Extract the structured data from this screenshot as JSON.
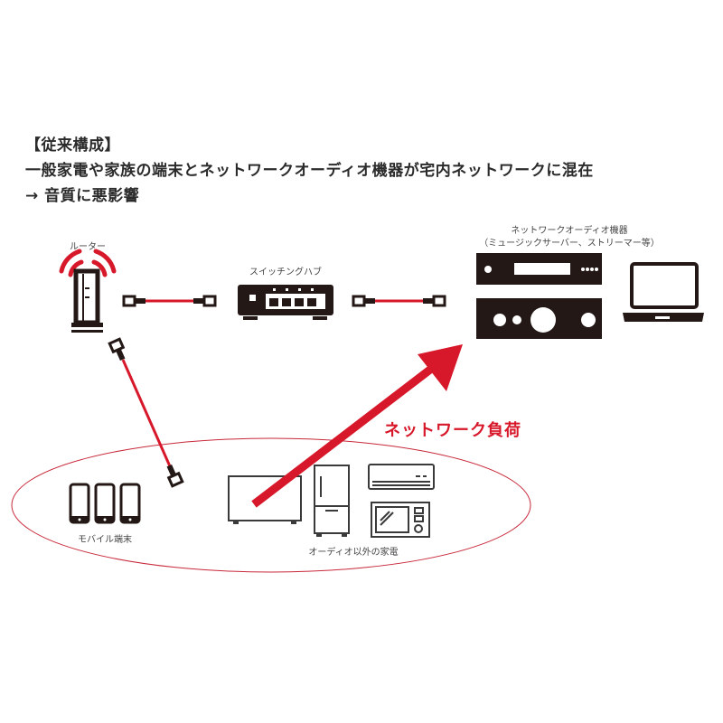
{
  "heading": {
    "title": "【従来構成】",
    "line1": "一般家電や家族の端末とネットワークオーディオ機器が宅内ネットワークに混在",
    "line2": "→ 音質に悪影響"
  },
  "devices": {
    "router": "ルーター",
    "switching_hub": "スイッチングハブ",
    "network_audio_title": "ネットワークオーディオ機器",
    "network_audio_sub": "（ミュージックサーバー、ストリーマー等）",
    "mobile": "モバイル端末",
    "appliances": "オーディオ以外の家電"
  },
  "annotation": {
    "network_load": "ネットワーク負荷"
  },
  "colors": {
    "accent": "#d7182a",
    "device": "#231815",
    "ellipse": "#c8283a"
  }
}
